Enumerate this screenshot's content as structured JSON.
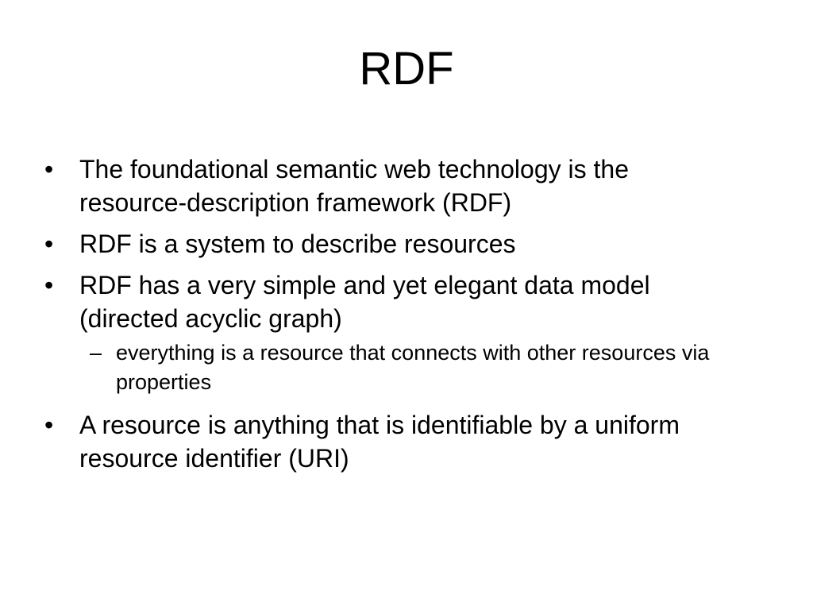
{
  "slide": {
    "title": "RDF",
    "bullet_marker": "•",
    "sub_marker": "–",
    "bullets": [
      {
        "text": "The foundational semantic web technology is the resource-description framework (RDF)"
      },
      {
        "text": "RDF is a system to describe resources"
      },
      {
        "text": "RDF has a very simple and yet elegant data model (directed acyclic graph)"
      },
      {
        "text": "A resource is anything that is identifiable by a uniform resource identifier (URI)"
      }
    ],
    "sub_bullets": [
      {
        "text": " everything is a resource that connects with other resources via properties"
      }
    ]
  }
}
